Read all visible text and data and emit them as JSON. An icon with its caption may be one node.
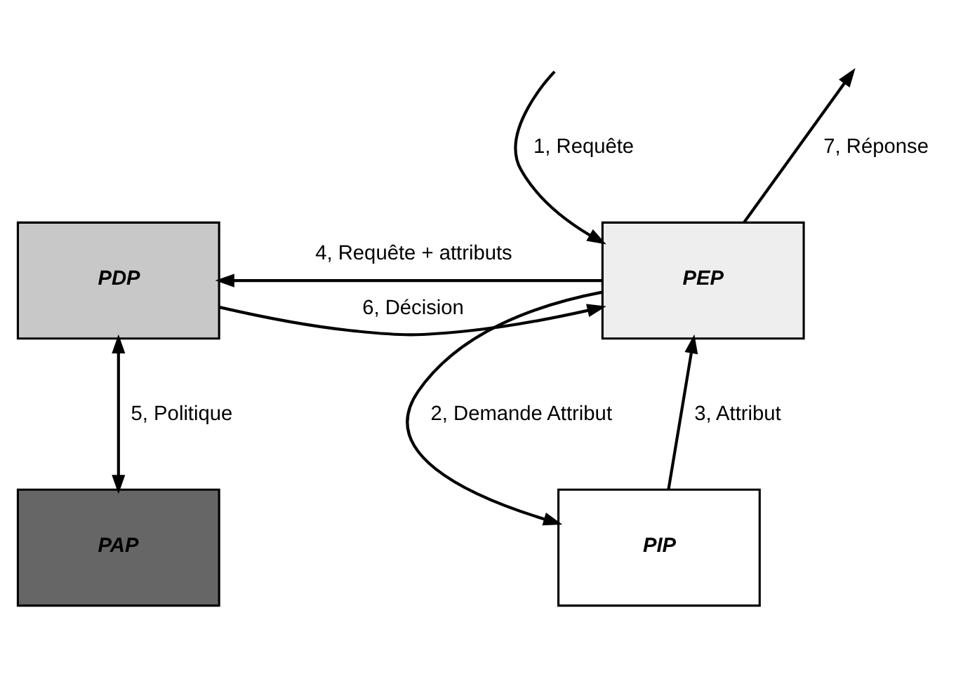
{
  "diagram": {
    "nodes": [
      {
        "text": [
          "PDP"
        ]
      },
      {
        "text": [
          "PEP"
        ]
      },
      {
        "text": [
          "PAP"
        ]
      },
      {
        "text": [
          "PIP"
        ]
      }
    ],
    "edges": [
      {
        "from": null,
        "to": 1,
        "arrow": "to",
        "label": "1, Requête"
      },
      {
        "from": 1,
        "to": null,
        "arrow": "to",
        "label": "7, Réponse"
      },
      {
        "from": 1,
        "to": 0,
        "arrow": "to",
        "label": "4, Requête + attributs"
      },
      {
        "from": 0,
        "to": 1,
        "arrow": "to",
        "label": "6, Décision"
      },
      {
        "from": 0,
        "to": 2,
        "arrow": "both",
        "label": "5, Politique"
      },
      {
        "from": 1,
        "to": 3,
        "arrow": "to",
        "label": "2, Demande Attribut"
      },
      {
        "from": 3,
        "to": 1,
        "arrow": "to",
        "label": "3, Attribut"
      }
    ]
  }
}
